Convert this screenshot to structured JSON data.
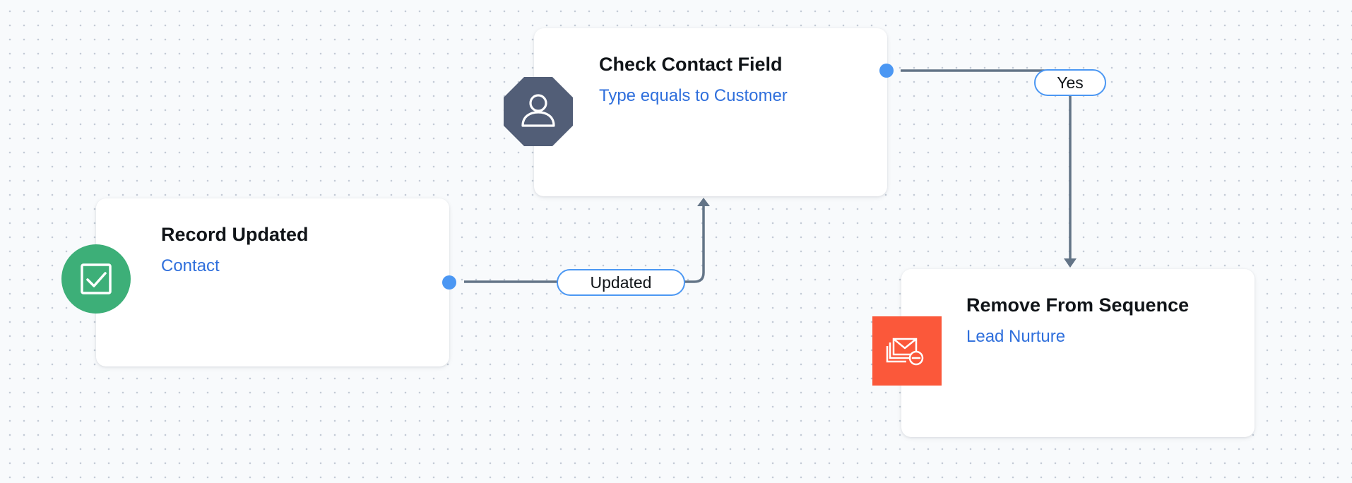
{
  "nodes": {
    "record_updated": {
      "title": "Record Updated",
      "subtitle": "Contact",
      "icon": "checkbox-icon",
      "icon_color": "#3daf78"
    },
    "check_contact_field": {
      "title": "Check Contact Field",
      "subtitle": "Type equals to Customer",
      "icon": "user-icon",
      "icon_color": "#525e77"
    },
    "remove_from_sequence": {
      "title": "Remove From Sequence",
      "subtitle": "Lead Nurture",
      "icon": "mail-remove-icon",
      "icon_color": "#fb583a"
    }
  },
  "edges": {
    "updated": {
      "label": "Updated"
    },
    "yes": {
      "label": "Yes"
    }
  },
  "colors": {
    "accent": "#4b97f3",
    "connector": "#637487",
    "subtitle_link": "#2f6fdc"
  }
}
